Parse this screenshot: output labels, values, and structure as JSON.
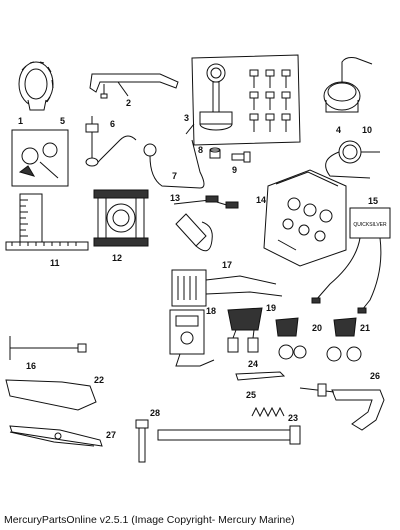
{
  "footer": {
    "text": "MercuryPartsOnline v2.5.1 (Image Copyright- Mercury Marine)"
  },
  "diagram": {
    "callouts": [
      "1",
      "2",
      "3",
      "4",
      "5",
      "6",
      "7",
      "8",
      "9",
      "10",
      "11",
      "12",
      "13",
      "14",
      "15",
      "16",
      "17",
      "18",
      "19",
      "20",
      "21",
      "22",
      "23",
      "24",
      "25",
      "26",
      "27",
      "28"
    ],
    "box_label": "QUICKSILVER"
  }
}
